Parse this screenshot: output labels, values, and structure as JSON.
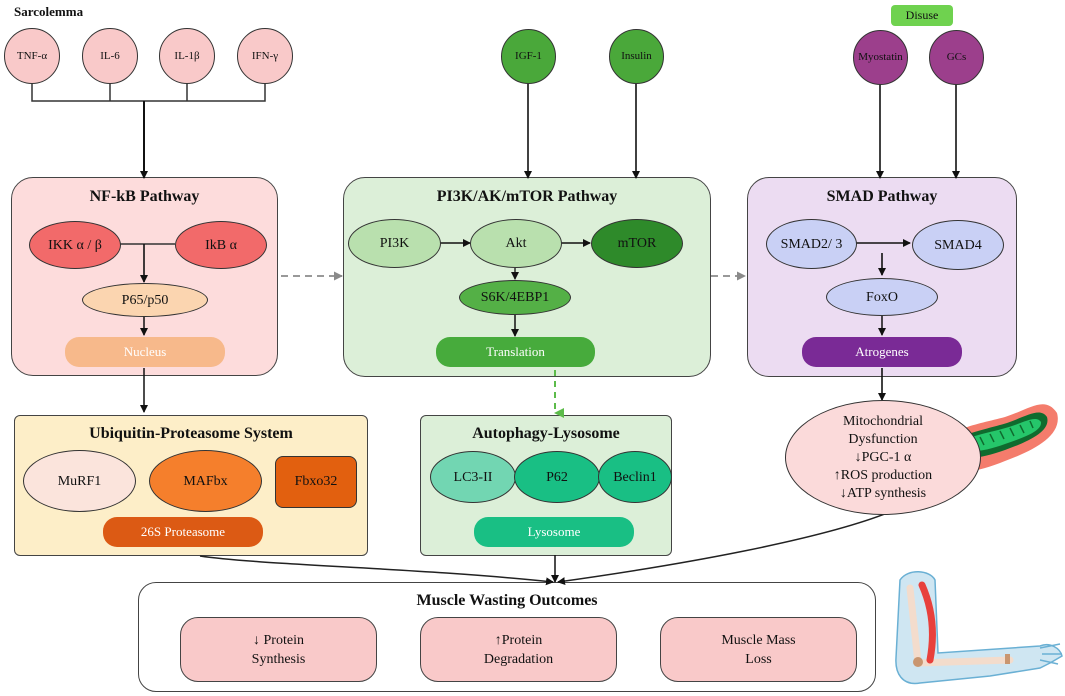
{
  "sarcolemma_label": "Sarcolemma",
  "disuse_label": "Disuse",
  "inputs": {
    "cytokines": [
      "TNF-α",
      "IL-6",
      "IL-1β",
      "IFN-γ"
    ],
    "growth": [
      "IGF-1",
      "Insulin"
    ],
    "atrophy": [
      "Myostatin",
      "GCs"
    ]
  },
  "nfkb": {
    "title": "NF-kB Pathway",
    "ikk": "IKK α / β",
    "ikb": "IkB α",
    "p65": "P65/p50",
    "nucleus": "Nucleus"
  },
  "pi3k": {
    "title": "PI3K/AK/mTOR Pathway",
    "pi3k": "PI3K",
    "akt": "Akt",
    "mtor": "mTOR",
    "s6k": "S6K/4EBP1",
    "translation": "Translation"
  },
  "smad": {
    "title": "SMAD Pathway",
    "smad23": "SMAD2/ 3",
    "smad4": "SMAD4",
    "foxo": "FoxO",
    "atrogenes": "Atrogenes"
  },
  "ups": {
    "title": "Ubiquitin-Proteasome System",
    "murf1": "MuRF1",
    "mafbx": "MAFbx",
    "fbxo32": "Fbxo32",
    "proteasome": "26S Proteasome"
  },
  "autophagy": {
    "title": "Autophagy-Lysosome",
    "lc3": "LC3-II",
    "p62": "P62",
    "beclin": "Beclin1",
    "lysosome": "Lysosome"
  },
  "mito": {
    "lines": [
      "Mitochondrial",
      "Dysfunction",
      "↓PGC-1 α",
      "↑ROS production",
      "↓ATP synthesis"
    ]
  },
  "outcomes": {
    "title": "Muscle Wasting Outcomes",
    "items": [
      "↓ Protein\nSynthesis",
      "↑Protein\nDegradation",
      "Muscle Mass\nLoss"
    ]
  },
  "colors": {
    "nfkb_panel": "#fddcdc",
    "pi3k_panel": "#dcefd8",
    "smad_panel": "#ecdcf2",
    "ups_panel": "#fdeec8",
    "autophagy_panel": "#dcefd8",
    "nucleus": "#f7b98b",
    "translation": "#47ab3c",
    "atrogenes": "#7a2a96",
    "proteasome": "#dc5a14",
    "lysosome": "#19bf84"
  }
}
